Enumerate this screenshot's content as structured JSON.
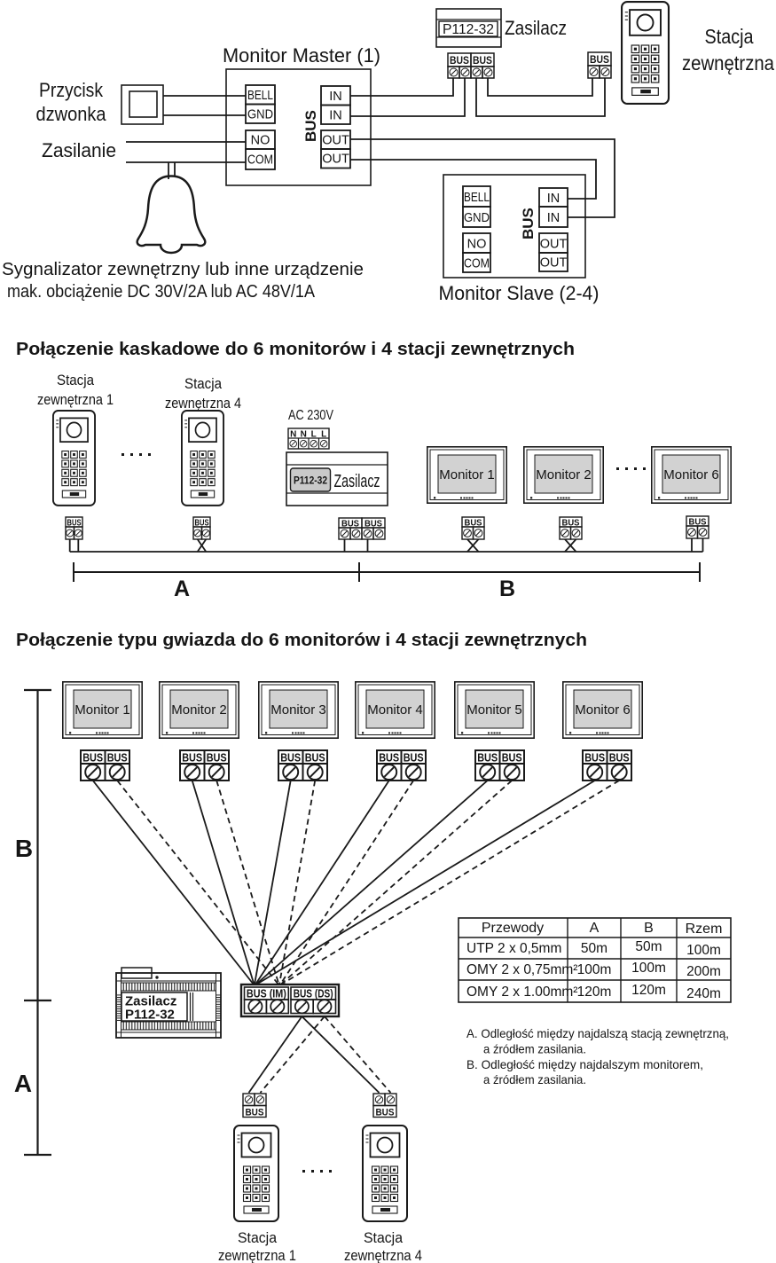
{
  "labels": {
    "bus": "BUS"
  },
  "top": {
    "title": "Monitor Master (1)",
    "slave_title": "Monitor Slave (2-4)",
    "terminals": {
      "bell": "BELL",
      "gnd": "GND",
      "no": "NO",
      "com": "COM",
      "in": "IN",
      "out": "OUT"
    },
    "przycisk1": "Przycisk",
    "przycisk2": "dzwonka",
    "zasilanie": "Zasilanie",
    "psu_model": "P112-32",
    "psu_name": "Zasilacz",
    "stacja1": "Stacja",
    "stacja2": "zewnętrzna",
    "note1": "Sygnalizator zewnętrzny lub inne urządzenie",
    "note2": "mak. obciążenie DC 30V/2A lub AC 48V/1A"
  },
  "cascade": {
    "heading": "Połączenie kaskadowe do 6 monitorów i 4 stacji zewnętrznych",
    "s1a": "Stacja",
    "s1b": "zewnętrzna 1",
    "s4a": "Stacja",
    "s4b": "zewnętrzna 4",
    "ac": "AC 230V",
    "phase": [
      "N",
      "N",
      "L",
      "L"
    ],
    "psu_model": "P112-32",
    "psu_name": "Zasilacz",
    "monitors": [
      "Monitor 1",
      "Monitor 2",
      "Monitor 6"
    ],
    "dim_a": "A",
    "dim_b": "B"
  },
  "star": {
    "heading": "Połączenie typu gwiazda do 6 monitorów i 4 stacji zewnętrznych",
    "monitors": [
      "Monitor 1",
      "Monitor 2",
      "Monitor 3",
      "Monitor 4",
      "Monitor 5",
      "Monitor 6"
    ],
    "bus_im": "BUS (IM)",
    "bus_ds": "BUS (DS)",
    "psu1": "Zasilacz",
    "psu2": "P112-32",
    "dim_b": "B",
    "dim_a": "A",
    "table": {
      "headers": [
        "Przewody",
        "A",
        "B",
        "Rzem"
      ],
      "rows": [
        [
          "UTP 2 x 0,5mm",
          "50m",
          "50m",
          "100m"
        ],
        [
          "OMY 2 x 0,75mm²",
          "100m",
          "100m",
          "200m"
        ],
        [
          "OMY 2 x 1.00mm²",
          "120m",
          "120m",
          "240m"
        ]
      ]
    },
    "notes": [
      "A. Odległość między najdalszą stacją zewnętrzną,",
      "a źródłem zasilania.",
      "B. Odległość między najdalszym monitorem,",
      "a źródłem zasilania."
    ],
    "s1a": "Stacja",
    "s1b": "zewnętrzna 1",
    "s4a": "Stacja",
    "s4b": "zewnętrzna 4"
  }
}
